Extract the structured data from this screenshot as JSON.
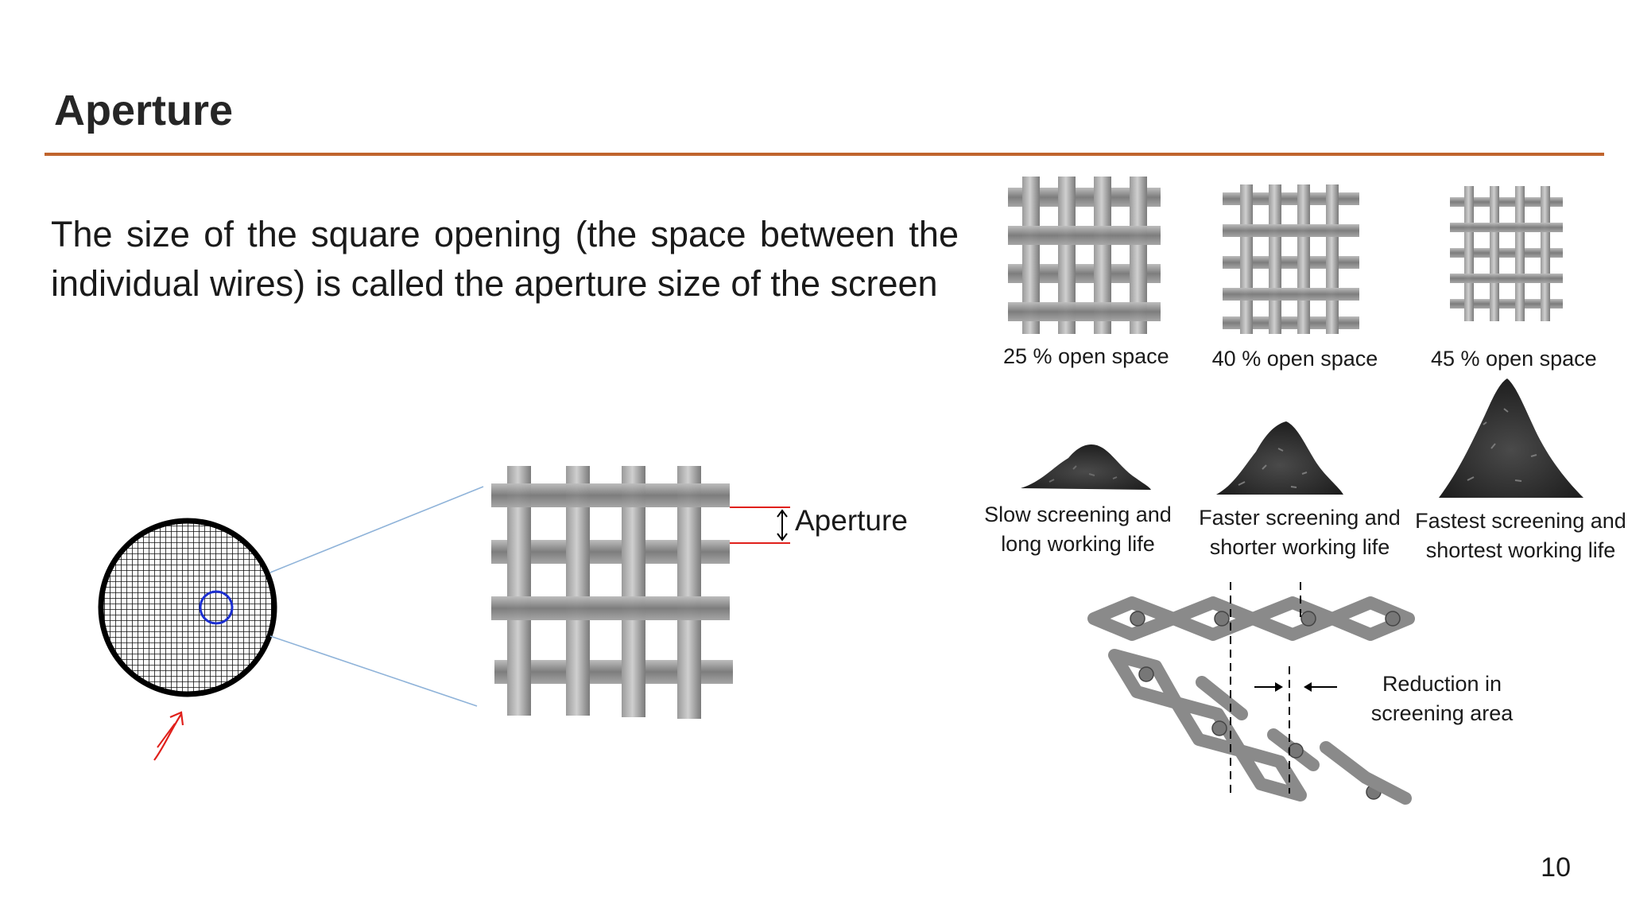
{
  "slide": {
    "title": "Aperture",
    "body": "The size of the square opening (the space between the individual wires) is called the aperture size of the screen",
    "page_number": "10"
  },
  "mesh_samples": [
    {
      "label": "25 % open space"
    },
    {
      "label": "40 % open space"
    },
    {
      "label": "45 % open space"
    }
  ],
  "screening_effects": [
    {
      "line1": "Slow screening and",
      "line2": "long working life"
    },
    {
      "line1": "Faster screening and",
      "line2": "shorter working life"
    },
    {
      "line1": "Fastest screening and",
      "line2": "shortest working life"
    }
  ],
  "diagram": {
    "aperture_label": "Aperture",
    "reduction_line1": "Reduction in",
    "reduction_line2": "screening area"
  },
  "colors": {
    "title_rule": "#c0642d",
    "wire": "#8c8c8c",
    "pile": "#2b2b2b",
    "zoom_lines": "#8fb3d9",
    "aperture_markers": "#e0201b",
    "zoom_circle": "#1c2fd1",
    "annotation_arrow": "#e0201b"
  }
}
